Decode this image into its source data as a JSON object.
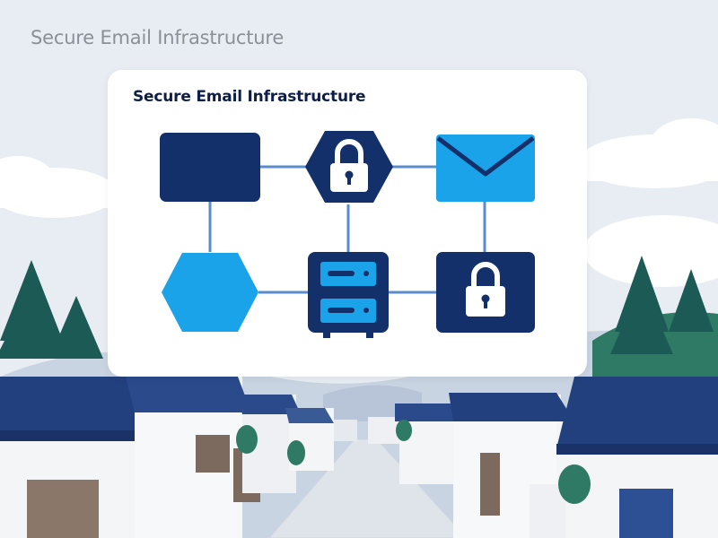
{
  "page": {
    "title": "Secure Email Infrastructure"
  },
  "card": {
    "title": "Secure Email Infrastructure"
  },
  "diagram": {
    "nodes": [
      {
        "id": "square-top-left",
        "shape": "rounded-square",
        "icon": "none",
        "color": "#14306b"
      },
      {
        "id": "lock-hexagon",
        "shape": "hexagon",
        "icon": "padlock-icon",
        "color": "#14306b"
      },
      {
        "id": "envelope",
        "shape": "envelope",
        "icon": "envelope-icon",
        "color": "#1aa3e8"
      },
      {
        "id": "hexagon-bottom-left",
        "shape": "hexagon",
        "icon": "none",
        "color": "#1aa3e8"
      },
      {
        "id": "server",
        "shape": "server",
        "icon": "server-icon",
        "color": "#14306b"
      },
      {
        "id": "lock-square",
        "shape": "rounded-square",
        "icon": "padlock-icon",
        "color": "#14306b"
      }
    ],
    "edges": [
      [
        "square-top-left",
        "lock-hexagon"
      ],
      [
        "lock-hexagon",
        "envelope"
      ],
      [
        "square-top-left",
        "hexagon-bottom-left"
      ],
      [
        "lock-hexagon",
        "server"
      ],
      [
        "envelope",
        "lock-square"
      ],
      [
        "hexagon-bottom-left",
        "server"
      ],
      [
        "server",
        "lock-square"
      ]
    ],
    "edge_color": "#5a8ccd"
  },
  "colors": {
    "navy": "#14306b",
    "blue": "#1aa3e8",
    "roof": "#23407e",
    "tree": "#1c5a56",
    "sky": "#e8edf3"
  }
}
